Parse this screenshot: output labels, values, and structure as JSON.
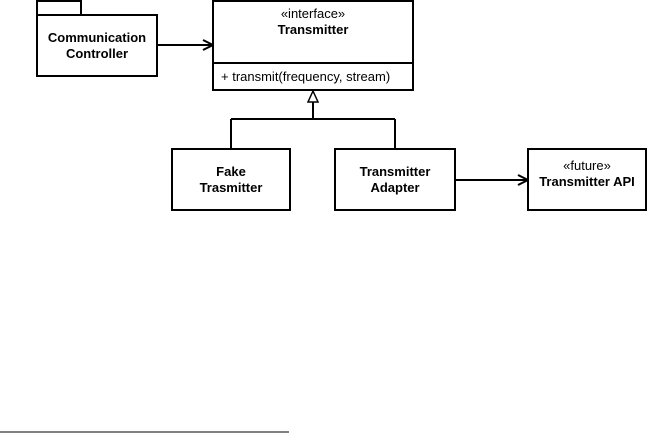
{
  "package": {
    "line1": "Communication",
    "line2": "Controller"
  },
  "interface": {
    "stereotype": "«interface»",
    "name": "Transmitter",
    "operation": "+ transmit(frequency, stream)"
  },
  "fake": {
    "line1": "Fake",
    "line2": "Trasmitter"
  },
  "adapter": {
    "line1": "Transmitter",
    "line2": "Adapter"
  },
  "api": {
    "stereotype": "«future»",
    "name": "Transmitter API"
  }
}
